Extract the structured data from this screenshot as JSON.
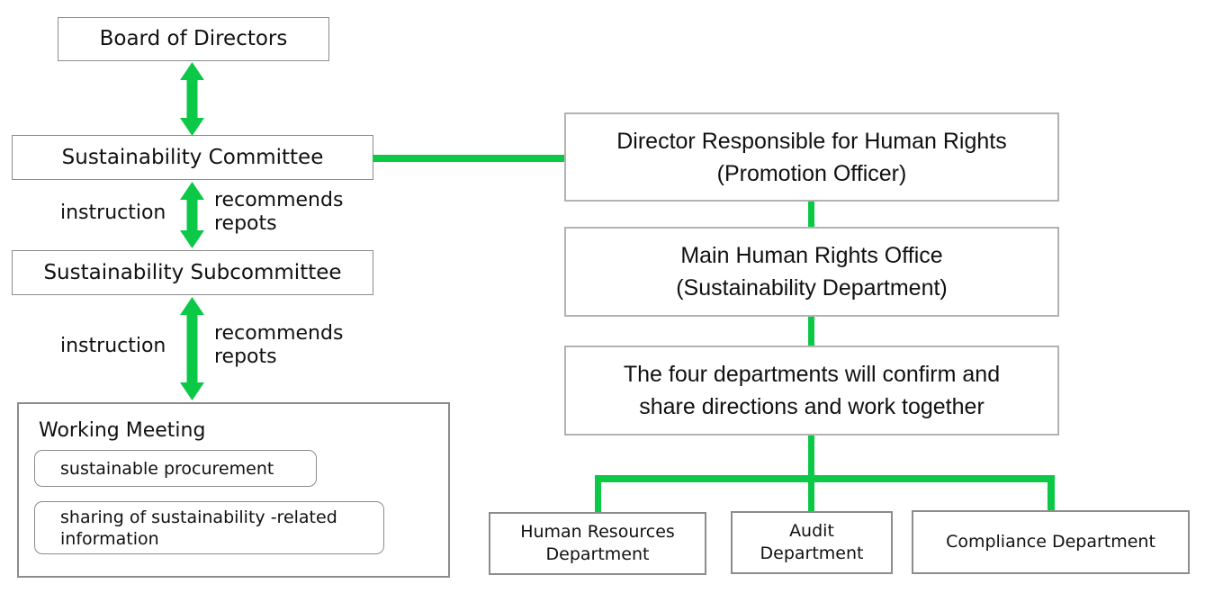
{
  "colors": {
    "accent_green": "#0cc847",
    "text": "#111111",
    "border_dark": "#8c8c8c",
    "border_light": "#b2b2b2"
  },
  "left_column": {
    "board_label": "Board of Directors",
    "committee_label": "Sustainability Committee",
    "subcommittee_label": "Sustainability Subcommittee",
    "flow1": {
      "instruction": "instruction",
      "feedback": "recommends\nrepots"
    },
    "flow2": {
      "instruction": "instruction",
      "feedback": "recommends\nrepots"
    },
    "working_meeting": {
      "title": "Working Meeting",
      "items": [
        "sustainable procurement",
        "sharing of sustainability -related\ninformation"
      ]
    }
  },
  "right_column": {
    "director_label": "Director Responsible for Human Rights\n(Promotion Officer)",
    "main_office_label": "Main Human Rights Office\n(Sustainability Department)",
    "coordination_label": "The four departments will confirm and\nshare directions and work together",
    "departments": [
      "Human Resources\nDepartment",
      "Audit\nDepartment",
      "Compliance Department"
    ]
  }
}
